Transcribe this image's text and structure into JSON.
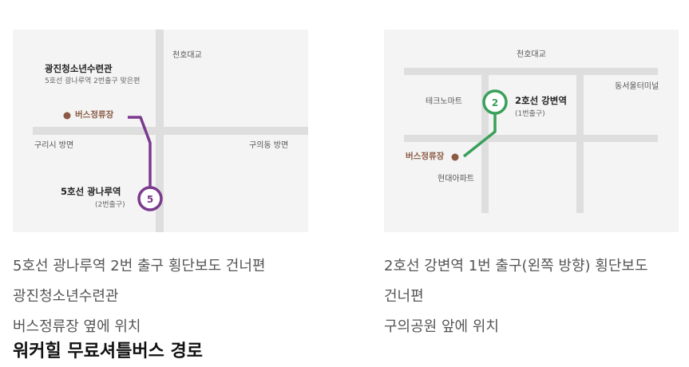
{
  "map1": {
    "building_name": "광진청소년수련관",
    "building_sub": "5호선 광나루역 2번출구 맞은편",
    "road_top": "천호대교",
    "road_left": "구리시 방면",
    "road_right": "구의동 방면",
    "bus_stop": "버스정류장",
    "station_name": "5호선 광나루역",
    "station_exit": "(2번출구)",
    "badge": "5",
    "line_color": "#7b3a8e"
  },
  "map2": {
    "road_top": "천호대교",
    "building_left": "테크노마트",
    "building_right": "동서울터미널",
    "station_name": "2호선 강변역",
    "station_exit": "(1번출구)",
    "bus_stop": "버스정류장",
    "apt": "현대아파트",
    "badge": "2",
    "line_color": "#3aa05a"
  },
  "caption1": {
    "line1": "5호선 광나루역 2번 출구 횡단보도 건너편",
    "line2": "광진청소년수련관",
    "line3": "버스정류장 옆에 위치"
  },
  "caption2": {
    "line1": "2호선 강변역 1번 출구(왼쪽 방향) 횡단보도",
    "line2": "건너편",
    "line3": "구의공원 앞에 위치"
  },
  "heading": "워커힐 무료셔틀버스 경로",
  "colors": {
    "road": "#dedede",
    "bus_stop_dot": "#8a5a44"
  }
}
